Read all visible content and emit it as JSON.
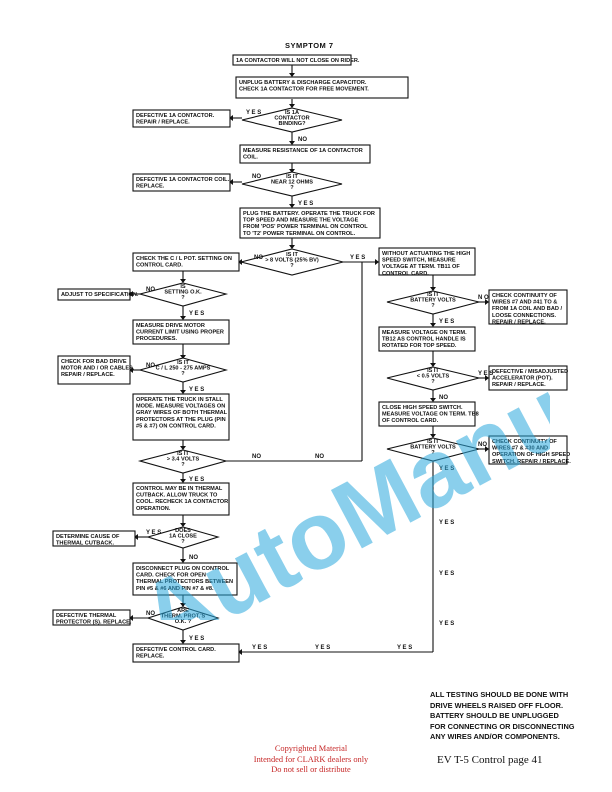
{
  "title": "SYMPTOM 7",
  "boxes": {
    "start": [
      "1A CONTACTOR WILL NOT CLOSE ON RIDER."
    ],
    "unplug": [
      "UNPLUG BATTERY & DISCHARGE CAPACITOR.",
      "CHECK 1A CONTACTOR FOR FREE MOVEMENT."
    ],
    "defective_contactor": [
      "DEFECTIVE 1A CONTACTOR.",
      "REPAIR / REPLACE."
    ],
    "measure_coil": [
      "MEASURE RESISTANCE OF 1A CONTACTOR",
      "COIL."
    ],
    "defective_coil": [
      "DEFECTIVE 1A CONTACTOR COIL.",
      "REPLACE."
    ],
    "plug_battery": [
      "PLUG THE BATTERY. OPERATE THE TRUCK FOR",
      "TOP SPEED AND MEASURE THE VOLTAGE",
      "FROM 'POS' POWER TERMINAL ON CONTROL",
      "TO 'T2' POWER TERMINAL ON CONTROL."
    ],
    "check_cl_pot": [
      "CHECK THE C / L POT. SETTING ON",
      "CONTROL CARD."
    ],
    "adjust_spec": [
      "ADJUST TO SPECIFICATION."
    ],
    "measure_drive": [
      "MEASURE DRIVE MOTOR",
      "CURRENT LIMIT USING PROPER",
      "PROCEDURES."
    ],
    "check_bad_drive": [
      "CHECK FOR BAD DRIVE",
      "MOTOR AND / OR CABLES.",
      "REPAIR / REPLACE."
    ],
    "operate_stall": [
      "OPERATE THE TRUCK IN STALL",
      "MODE. MEASURE VOLTAGES ON",
      "GRAY WIRES OF BOTH THERMAL",
      "PROTECTORS AT THE PLUG (PIN",
      "#5 & #7) ON CONTROL CARD."
    ],
    "thermal_cutback": [
      "CONTROL MAY BE IN THERMAL",
      "CUTBACK. ALLOW TRUCK TO",
      "COOL. RECHECK 1A CONTACTOR",
      "OPERATION."
    ],
    "determine_cause": [
      "DETERMINE CAUSE OF",
      "THERMAL CUTBACK."
    ],
    "disconnect_plug": [
      "DISCONNECT PLUG ON CONTROL",
      "CARD. CHECK FOR OPEN",
      "THERMAL PROTECTORS BETWEEN",
      "PIN #5 & #6 AND PIN #7 & #8."
    ],
    "defective_thermal": [
      "DEFECTIVE THERMAL",
      "PROTECTOR (S). REPLACE."
    ],
    "defective_card": [
      "DEFECTIVE CONTROL CARD.",
      "REPLACE."
    ],
    "without_actuating": [
      "WITHOUT ACTUATING THE HIGH",
      "SPEED SWITCH, MEASURE",
      "VOLTAGE AT TERM. TB11 OF",
      "CONTROL CARD."
    ],
    "check_41": [
      "CHECK CONTINUITY OF",
      "WIRES #7 AND #41 TO &",
      "FROM 1A COIL AND BAD /",
      "LOOSE CONNECTIONS.",
      "REPAIR / REPLACE."
    ],
    "measure_tb12": [
      "MEASURE VOLTAGE ON TERM.",
      "TB12 AS CONTROL HANDLE IS",
      "ROTATED FOR TOP SPEED."
    ],
    "defective_pot": [
      "DEFECTIVE / MISADJUSTED",
      "ACCELERATOR (POT).",
      "REPAIR / REPLACE."
    ],
    "close_hs": [
      "CLOSE HIGH SPEED SWITCH.",
      "MEASURE VOLTAGE ON TERM. TB8",
      "OF CONTROL CARD."
    ],
    "check_30": [
      "CHECK CONTINUITY OF",
      "WIRES #7 & #30 AND",
      "OPERATION OF HIGH SPEED",
      "SWITCH. REPAIR / REPLACE."
    ]
  },
  "decisions": {
    "binding": [
      "IS 1A",
      "CONTACTOR",
      "BINDING?"
    ],
    "ohms": [
      "IS IT",
      "NEAR 12 OHMS",
      "?"
    ],
    "volts8": [
      "IS IT",
      "> 8 VOLTS (25% BV)",
      "?"
    ],
    "setting_ok": [
      "IS",
      "SETTING O.K.",
      "?"
    ],
    "cl_range": [
      "IS IT",
      "C / L 250 - 275 AMPS",
      "?"
    ],
    "v34": [
      "IS IT",
      "> 3.4 VOLTS",
      "?"
    ],
    "closes": [
      "DOES",
      "1A CLOSE",
      "?"
    ],
    "therm_ok": [
      "ARE",
      "THERM. PROT.'S",
      "O.K. ?"
    ],
    "batt1": [
      "IS IT",
      "BATTERY VOLTS",
      "?"
    ],
    "v05": [
      "IS IT",
      "< 0.5 VOLTS",
      "?"
    ],
    "batt2": [
      "IS IT",
      "BATTERY VOLTS",
      "?"
    ]
  },
  "labels": {
    "yes": "YES",
    "yes_spaced": "Y E S",
    "no": "NO",
    "no_spaced": "N O"
  },
  "note": [
    "ALL TESTING SHOULD BE DONE WITH",
    "DRIVE WHEELS RAISED OFF FLOOR.",
    "BATTERY SHOULD BE UNPLUGGED",
    "FOR CONNECTING OR DISCONNECTING",
    "ANY WIRES AND/OR COMPONENTS."
  ],
  "copyright": [
    "Copyrighted Material",
    "Intended for CLARK dealers only",
    "Do not sell or distribute"
  ],
  "page_label": "EV T-5 Control page 41",
  "watermark": "AutoManual",
  "colors": {
    "line": "#111111",
    "copyright": "#c62828",
    "watermark": "#2aa7dc"
  }
}
